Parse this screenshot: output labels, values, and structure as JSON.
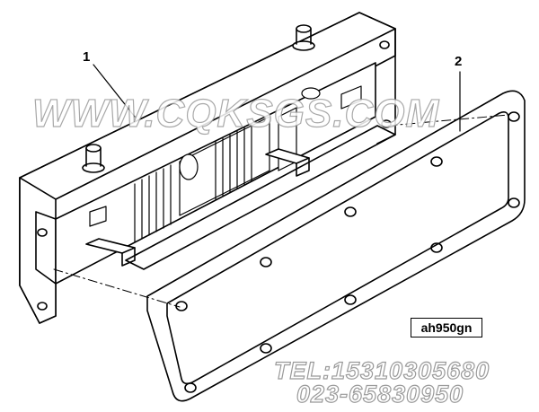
{
  "callouts": [
    {
      "id": "1",
      "label": "1"
    },
    {
      "id": "2",
      "label": "2"
    }
  ],
  "diagram_code": "ah950gn",
  "watermark": {
    "site": "WWW.CQKSGS.COM",
    "tel": "TEL:15310305680",
    "phone": "023-65830950"
  },
  "colors": {
    "line": "#000000",
    "watermark_outline": "#9a9a9a",
    "background": "#ffffff"
  }
}
